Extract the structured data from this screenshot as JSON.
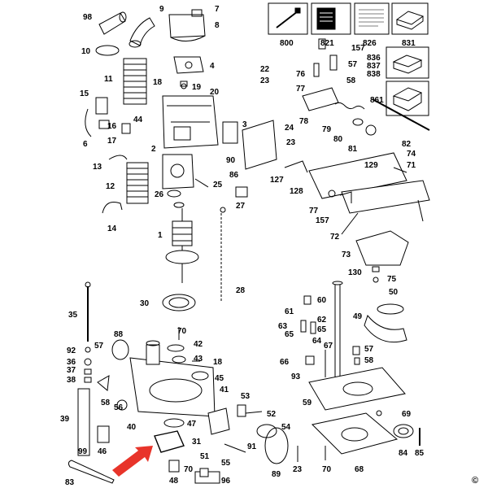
{
  "diagram": {
    "type": "exploded-parts-diagram",
    "arrow_color": "#e8342a",
    "copyright_symbol": "©",
    "part_numbers": {
      "p800": "800",
      "p821": "821",
      "p826": "826",
      "p831": "831",
      "p836": "836",
      "p837": "837",
      "p838": "838",
      "p861": "861",
      "p98": "98",
      "p9": "9",
      "p7": "7",
      "p8": "8",
      "p10": "10",
      "p11": "11",
      "p4": "4",
      "p22": "22",
      "p23a": "23",
      "p18a": "18",
      "p19": "19",
      "p20": "20",
      "p15": "15",
      "p16": "16",
      "p44": "44",
      "p17": "17",
      "p6": "6",
      "p2": "2",
      "p3": "3",
      "p24": "24",
      "p23b": "23",
      "p90": "90",
      "p13": "13",
      "p12": "12",
      "p86": "86",
      "p25": "25",
      "p26": "26",
      "p27": "27",
      "p14": "14",
      "p1": "1",
      "p28": "28",
      "p30": "30",
      "p157a": "157",
      "p57a": "57",
      "p76": "76",
      "p77a": "77",
      "p58a": "58",
      "p78": "78",
      "p79": "79",
      "p80": "80",
      "p81": "81",
      "p82": "82",
      "p74": "74",
      "p71": "71",
      "p129": "129",
      "p127": "127",
      "p128": "128",
      "p77b": "77",
      "p157b": "157",
      "p72": "72",
      "p73": "73",
      "p130": "130",
      "p75": "75",
      "p35": "35",
      "p50": "50",
      "p60": "60",
      "p61": "61",
      "p62": "62",
      "p49": "49",
      "p63": "63",
      "p65a": "65",
      "p65b": "65",
      "p64": "64",
      "p67": "67",
      "p57b": "57",
      "p58b": "58",
      "p66": "66",
      "p93": "93",
      "p59": "59",
      "p70a": "70",
      "p42": "42",
      "p88": "88",
      "p92": "92",
      "p36": "36",
      "p37": "37",
      "p38": "38",
      "p57c": "57",
      "p43": "43",
      "p18b": "18",
      "p45": "45",
      "p41": "41",
      "p58c": "58",
      "p56": "56",
      "p39": "39",
      "p40": "40",
      "p47": "47",
      "p53": "53",
      "p52": "52",
      "p54": "54",
      "p69": "69",
      "p99": "99",
      "p46": "46",
      "p31": "31",
      "p51": "51",
      "p91": "91",
      "p55": "55",
      "p89": "89",
      "p23c": "23",
      "p70b": "70",
      "p84": "84",
      "p85": "85",
      "p68": "68",
      "p83": "83",
      "p48": "48",
      "p70c": "70",
      "p96": "96"
    }
  }
}
